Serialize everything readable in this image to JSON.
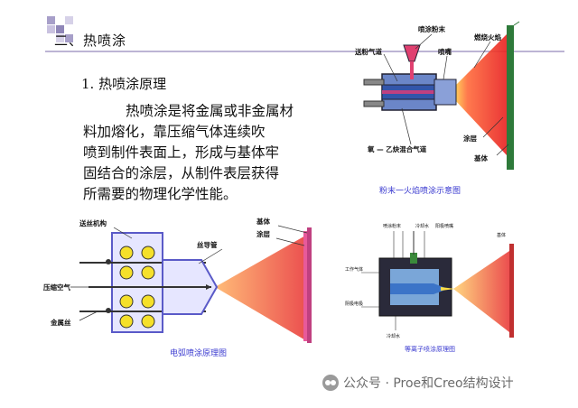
{
  "section_title": "二、热喷涂",
  "subsection_title": "1. 热喷涂原理",
  "paragraph_lines": [
    "热喷涂是将金属或非金属材",
    "料加熔化，靠压缩气体连续吹",
    "喷到制件表面上，形成与基体牢",
    "固结合的涂层，从制件表层获得",
    "所需要的物理化学性能。"
  ],
  "fig_flame": {
    "caption": "粉末一火焰喷涂示意图",
    "labels": {
      "powder_gas": "送粉气道",
      "powder": "喷涂粉末",
      "burning_flame": "燃烧火焰",
      "nozzle": "喷嘴",
      "oxy_gas": "氧 — 乙炔混合气道",
      "coating": "涂层",
      "substrate": "基体"
    }
  },
  "fig_arc": {
    "caption": "电弧喷涂原理图",
    "labels": {
      "feed": "送丝机构",
      "wire_guide": "丝导管",
      "substrate": "基体",
      "coating": "涂层",
      "air": "压缩空气",
      "wire": "金属丝"
    }
  },
  "fig_plasma": {
    "caption": "等离子喷涂原理图",
    "labels": {
      "l1": "喷涂粉末",
      "l2": "冷却水",
      "l3": "工作气体",
      "l4": "阴极电极",
      "l5": "冷却水",
      "l6": "阳极喷嘴",
      "l7": "基体"
    }
  },
  "watermark": "公众号 · Proe和Creo结构设计",
  "colors": {
    "accent_blue": "#3a3ad0",
    "slide_purple": "#7a6aa8",
    "spray_red": "#e03030"
  }
}
